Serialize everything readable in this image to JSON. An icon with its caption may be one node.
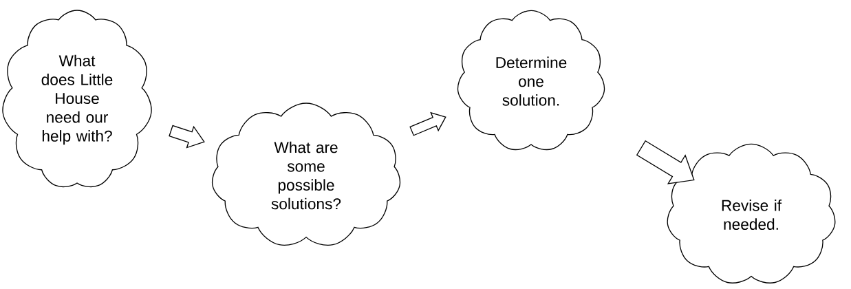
{
  "diagram": {
    "nodes": [
      {
        "text": [
          "What does Little House need our help with?"
        ]
      },
      {
        "text": [
          "What are some possible solutions?"
        ]
      },
      {
        "text": [
          "Determine one solution."
        ]
      },
      {
        "text": [
          "Revise if needed."
        ]
      }
    ],
    "edges": [
      {
        "from": 0,
        "to": 1,
        "arrow": "to"
      },
      {
        "from": 1,
        "to": 2,
        "arrow": "to"
      },
      {
        "from": 2,
        "to": 3,
        "arrow": "to"
      }
    ]
  }
}
